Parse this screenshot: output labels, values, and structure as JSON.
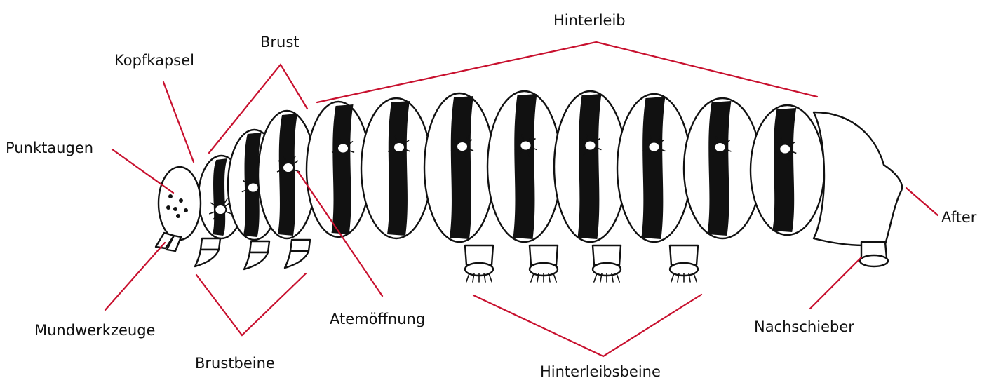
{
  "colors": {
    "leader": "#c8102e",
    "outline": "#111111",
    "background": "#ffffff"
  },
  "labels": {
    "hinterleib": "Hinterleib",
    "brust": "Brust",
    "kopfkapsel": "Kopfkapsel",
    "punktaugen": "Punktaugen",
    "after": "After",
    "mundwerkzeuge": "Mundwerkzeuge",
    "brustbeine": "Brustbeine",
    "atemoeffnung": "Atemöffnung",
    "nachschieber": "Nachschieber",
    "hinterleibsbeine": "Hinterleibsbeine"
  }
}
